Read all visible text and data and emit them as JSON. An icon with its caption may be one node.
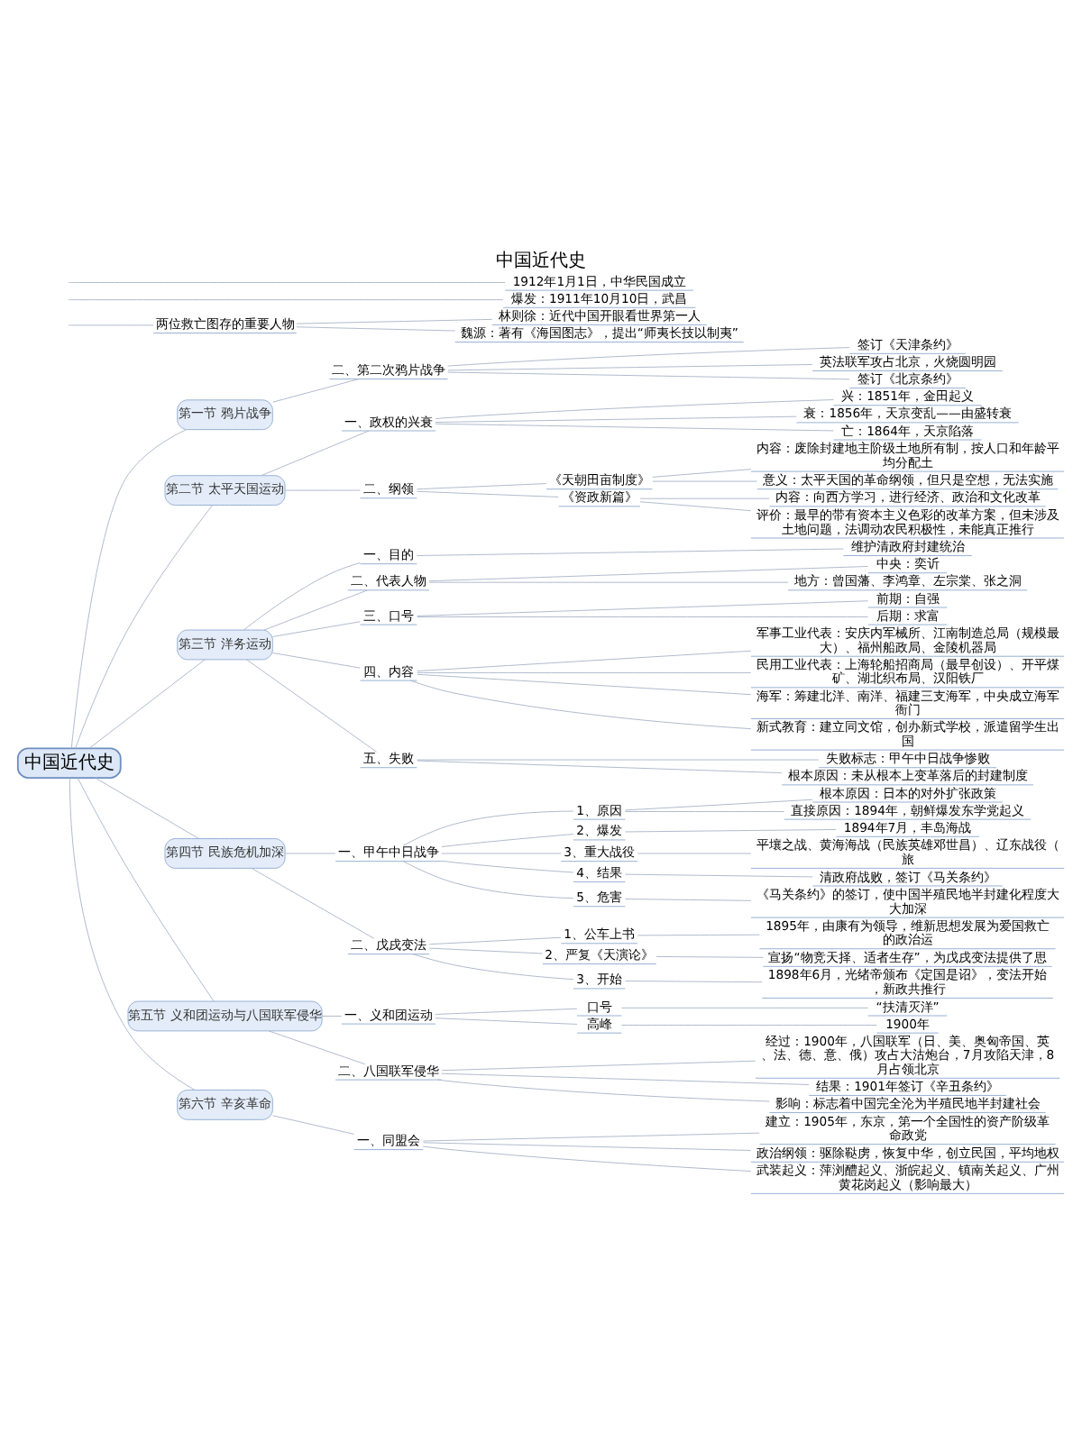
{
  "diagram": {
    "title": "中国近代史",
    "nodes": [
      {
        "text": [
          "中国近代史"
        ]
      },
      {
        "text": [
          "第一节 鸦片战争"
        ]
      },
      {
        "text": [
          "两位救亡图存的重要人物"
        ]
      },
      {
        "text": [
          "林则徐：近代中国开眼看世界第一人"
        ]
      },
      {
        "text": [
          "魏源：著有《海国图志》，提出“师夷长技以制夷”"
        ]
      },
      {
        "text": [
          "二、第二次鸦片战争"
        ]
      },
      {
        "text": [
          "签订《天津条约》"
        ]
      },
      {
        "text": [
          "英法联军攻占北京，火烧圆明园"
        ]
      },
      {
        "text": [
          "签订《北京条约》"
        ]
      },
      {
        "text": [
          "第二节 太平天国运动"
        ]
      },
      {
        "text": [
          "一、政权的兴衰"
        ]
      },
      {
        "text": [
          "兴：1851年，金田起义"
        ]
      },
      {
        "text": [
          "衰：1856年，天京变乱——由盛转衰"
        ]
      },
      {
        "text": [
          "亡：1864年，天京陷落"
        ]
      },
      {
        "text": [
          "二、纲领"
        ]
      },
      {
        "text": [
          "《天朝田亩制度》"
        ]
      },
      {
        "text": [
          "内容：废除封建地主阶级土地所有制，按人口和年龄平均分配土"
        ]
      },
      {
        "text": [
          "意义：太平天国的革命纲领，但只是空想，无法实施"
        ]
      },
      {
        "text": [
          "《资政新篇》"
        ]
      },
      {
        "text": [
          "内容：向西方学习，进行经济、政治和文化改革"
        ]
      },
      {
        "text": [
          "评价：最早的带有资本主义色彩的改革方案，但未涉及土地问题，法调动农民积极性，未能真正推行"
        ]
      },
      {
        "text": [
          "第三节 洋务运动"
        ]
      },
      {
        "text": [
          "一、目的"
        ]
      },
      {
        "text": [
          "维护清政府封建统治"
        ]
      },
      {
        "text": [
          "二、代表人物"
        ]
      },
      {
        "text": [
          "中央：奕䜣"
        ]
      },
      {
        "text": [
          "地方：曾国藩、李鸿章、左宗棠、张之洞"
        ]
      },
      {
        "text": [
          "三、口号"
        ]
      },
      {
        "text": [
          "前期：自强"
        ]
      },
      {
        "text": [
          "后期：求富"
        ]
      },
      {
        "text": [
          "四、内容"
        ]
      },
      {
        "text": [
          "军事工业代表：安庆内军械所、江南制造总局（规模最大）、福州船政局、金陵机器局"
        ]
      },
      {
        "text": [
          "民用工业代表：上海轮船招商局（最早创设）、开平煤矿、湖北织布局、汉阳铁厂"
        ]
      },
      {
        "text": [
          "海军：筹建北洋、南洋、福建三支海军，中央成立海军衙门"
        ]
      },
      {
        "text": [
          "新式教育：建立同文馆，创办新式学校，派遣留学生出国"
        ]
      },
      {
        "text": [
          "五、失败"
        ]
      },
      {
        "text": [
          "失败标志：甲午中日战争惨败"
        ]
      },
      {
        "text": [
          "根本原因：未从根本上变革落后的封建制度"
        ]
      },
      {
        "text": [
          "第四节 民族危机加深"
        ]
      },
      {
        "text": [
          "一、甲午中日战争"
        ]
      },
      {
        "text": [
          "1、原因"
        ]
      },
      {
        "text": [
          "根本原因：日本的对外扩张政策"
        ]
      },
      {
        "text": [
          "直接原因：1894年，朝鲜爆发东学党起义"
        ]
      },
      {
        "text": [
          "2、爆发"
        ]
      },
      {
        "text": [
          "1894年7月，丰岛海战"
        ]
      },
      {
        "text": [
          "3、重大战役"
        ]
      },
      {
        "text": [
          "平壤之战、黄海海战（民族英雄邓世昌）、辽东战役（旅"
        ]
      },
      {
        "text": [
          "4、结果"
        ]
      },
      {
        "text": [
          "清政府战败，签订《马关条约》"
        ]
      },
      {
        "text": [
          "5、危害"
        ]
      },
      {
        "text": [
          "《马关条约》的签订，使中国半殖民地半封建化程度大大加深"
        ]
      },
      {
        "text": [
          "二、戊戌变法"
        ]
      },
      {
        "text": [
          "1、公车上书"
        ]
      },
      {
        "text": [
          "1895年，由康有为领导，维新思想发展为爱国救亡的政治运"
        ]
      },
      {
        "text": [
          "2、严复《天演论》"
        ]
      },
      {
        "text": [
          "宣扬“物竞天择、适者生存”，为戊戌变法提供了思"
        ]
      },
      {
        "text": [
          "3、开始"
        ]
      },
      {
        "text": [
          "1898年6月，光绪帝颁布《定国是诏》，变法开始，新政共推行"
        ]
      },
      {
        "text": [
          "第五节 义和团运动与八国联军侵华"
        ]
      },
      {
        "text": [
          "一、义和团运动"
        ]
      },
      {
        "text": [
          "口号"
        ]
      },
      {
        "text": [
          "“扶清灭洋”"
        ]
      },
      {
        "text": [
          "高峰"
        ]
      },
      {
        "text": [
          "1900年"
        ]
      },
      {
        "text": [
          "二、八国联军侵华"
        ]
      },
      {
        "text": [
          "经过：1900年，八国联军（日、美、奥匈帝国、英、法、德、意、俄）攻占大沽炮台，7月攻陷天津，8月占领北京"
        ]
      },
      {
        "text": [
          "结果：1901年签订《辛丑条约》"
        ]
      },
      {
        "text": [
          "影响：标志着中国完全沦为半殖民地半封建社会"
        ]
      },
      {
        "text": [
          "第六节 辛亥革命"
        ]
      },
      {
        "text": [
          "一、同盟会"
        ]
      },
      {
        "text": [
          "建立：1905年，东京，第一个全国性的资产阶级革命政党"
        ]
      },
      {
        "text": [
          "政治纲领：驱除鞑虏，恢复中华，创立民国，平均地权"
        ]
      },
      {
        "text": [
          "武装起义：萍浏醴起义、浙皖起义、镇南关起义、广州黄花岗起义（影响最大）"
        ]
      },
      {
        "text": [
          "爆发：1911年10月10日，武昌"
        ]
      },
      {
        "text": [
          "1912年1月1日，中华民国成立"
        ]
      }
    ],
    "edges": [
      {
        "from": 0,
        "to": 1,
        "arrow": "none"
      },
      {
        "from": null,
        "to": 2,
        "arrow": "none"
      },
      {
        "from": 2,
        "to": 3,
        "arrow": "none"
      },
      {
        "from": 2,
        "to": 4,
        "arrow": "none"
      },
      {
        "from": 1,
        "to": 5,
        "arrow": "none"
      },
      {
        "from": 5,
        "to": 6,
        "arrow": "none"
      },
      {
        "from": 5,
        "to": 7,
        "arrow": "none"
      },
      {
        "from": 5,
        "to": 8,
        "arrow": "none"
      },
      {
        "from": 0,
        "to": 9,
        "arrow": "none"
      },
      {
        "from": 9,
        "to": 10,
        "arrow": "none"
      },
      {
        "from": 10,
        "to": 11,
        "arrow": "none"
      },
      {
        "from": 10,
        "to": 12,
        "arrow": "none"
      },
      {
        "from": 10,
        "to": 13,
        "arrow": "none"
      },
      {
        "from": 9,
        "to": 14,
        "arrow": "none"
      },
      {
        "from": 14,
        "to": 15,
        "arrow": "none"
      },
      {
        "from": 15,
        "to": 16,
        "arrow": "none"
      },
      {
        "from": 15,
        "to": 17,
        "arrow": "none"
      },
      {
        "from": 14,
        "to": 18,
        "arrow": "none"
      },
      {
        "from": 18,
        "to": 19,
        "arrow": "none"
      },
      {
        "from": 18,
        "to": 20,
        "arrow": "none"
      },
      {
        "from": 0,
        "to": 21,
        "arrow": "none"
      },
      {
        "from": 21,
        "to": 22,
        "arrow": "none"
      },
      {
        "from": 22,
        "to": 23,
        "arrow": "none"
      },
      {
        "from": 21,
        "to": 24,
        "arrow": "none"
      },
      {
        "from": 24,
        "to": 25,
        "arrow": "none"
      },
      {
        "from": 24,
        "to": 26,
        "arrow": "none"
      },
      {
        "from": 21,
        "to": 27,
        "arrow": "none"
      },
      {
        "from": 27,
        "to": 28,
        "arrow": "none"
      },
      {
        "from": 27,
        "to": 29,
        "arrow": "none"
      },
      {
        "from": 21,
        "to": 30,
        "arrow": "none"
      },
      {
        "from": 30,
        "to": 31,
        "arrow": "none"
      },
      {
        "from": 30,
        "to": 32,
        "arrow": "none"
      },
      {
        "from": 30,
        "to": 33,
        "arrow": "none"
      },
      {
        "from": 30,
        "to": 34,
        "arrow": "none"
      },
      {
        "from": 21,
        "to": 35,
        "arrow": "none"
      },
      {
        "from": 35,
        "to": 36,
        "arrow": "none"
      },
      {
        "from": 35,
        "to": 37,
        "arrow": "none"
      },
      {
        "from": 0,
        "to": 38,
        "arrow": "none"
      },
      {
        "from": 38,
        "to": 39,
        "arrow": "none"
      },
      {
        "from": 39,
        "to": 40,
        "arrow": "none"
      },
      {
        "from": 40,
        "to": 41,
        "arrow": "none"
      },
      {
        "from": 40,
        "to": 42,
        "arrow": "none"
      },
      {
        "from": 39,
        "to": 43,
        "arrow": "none"
      },
      {
        "from": 43,
        "to": 44,
        "arrow": "none"
      },
      {
        "from": 39,
        "to": 45,
        "arrow": "none"
      },
      {
        "from": 45,
        "to": 46,
        "arrow": "none"
      },
      {
        "from": 39,
        "to": 47,
        "arrow": "none"
      },
      {
        "from": 47,
        "to": 48,
        "arrow": "none"
      },
      {
        "from": 39,
        "to": 49,
        "arrow": "none"
      },
      {
        "from": 49,
        "to": 50,
        "arrow": "none"
      },
      {
        "from": 38,
        "to": 51,
        "arrow": "none"
      },
      {
        "from": 51,
        "to": 52,
        "arrow": "none"
      },
      {
        "from": 52,
        "to": 53,
        "arrow": "none"
      },
      {
        "from": 51,
        "to": 54,
        "arrow": "none"
      },
      {
        "from": 54,
        "to": 55,
        "arrow": "none"
      },
      {
        "from": 51,
        "to": 56,
        "arrow": "none"
      },
      {
        "from": 56,
        "to": 57,
        "arrow": "none"
      },
      {
        "from": 0,
        "to": 58,
        "arrow": "none"
      },
      {
        "from": 58,
        "to": 59,
        "arrow": "none"
      },
      {
        "from": 59,
        "to": 60,
        "arrow": "none"
      },
      {
        "from": 60,
        "to": 61,
        "arrow": "none"
      },
      {
        "from": 59,
        "to": 62,
        "arrow": "none"
      },
      {
        "from": 62,
        "to": 63,
        "arrow": "none"
      },
      {
        "from": 58,
        "to": 64,
        "arrow": "none"
      },
      {
        "from": 64,
        "to": 65,
        "arrow": "none"
      },
      {
        "from": 64,
        "to": 66,
        "arrow": "none"
      },
      {
        "from": 64,
        "to": 67,
        "arrow": "none"
      },
      {
        "from": 0,
        "to": 68,
        "arrow": "none"
      },
      {
        "from": 68,
        "to": 69,
        "arrow": "none"
      },
      {
        "from": 69,
        "to": 70,
        "arrow": "none"
      },
      {
        "from": 69,
        "to": 71,
        "arrow": "none"
      },
      {
        "from": 69,
        "to": 72,
        "arrow": "none"
      },
      {
        "from": null,
        "to": 73,
        "arrow": "none"
      },
      {
        "from": null,
        "to": 74,
        "arrow": "none"
      }
    ]
  }
}
